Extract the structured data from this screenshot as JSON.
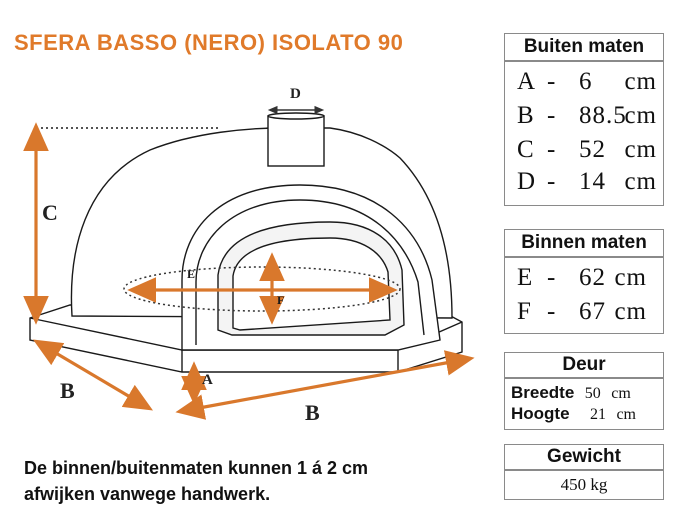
{
  "title": "SFERA BASSO (NERO) ISOLATO 90",
  "labels": {
    "a": "A",
    "b_left": "B",
    "b_bottom": "B",
    "c": "C",
    "d": "D",
    "e": "E",
    "f": "F"
  },
  "buiten": {
    "header": "Buiten maten",
    "rows": [
      {
        "key": "A",
        "dash": "-",
        "value": "6",
        "unit": "cm"
      },
      {
        "key": "B",
        "dash": "-",
        "value": "88.5",
        "unit": "cm"
      },
      {
        "key": "C",
        "dash": "-",
        "value": "52",
        "unit": "cm"
      },
      {
        "key": "D",
        "dash": "-",
        "value": "14",
        "unit": "cm"
      }
    ]
  },
  "binnen": {
    "header": "Binnen maten",
    "rows": [
      {
        "key": "E",
        "dash": "-",
        "value": "62",
        "unit": "cm"
      },
      {
        "key": "F",
        "dash": "-",
        "value": "67",
        "unit": "cm"
      }
    ]
  },
  "deur": {
    "header": "Deur",
    "rows": [
      {
        "label": "Breedte",
        "value": "50",
        "unit": "cm"
      },
      {
        "label": "Hoogte",
        "value": "21",
        "unit": "cm"
      }
    ]
  },
  "gewicht": {
    "header": "Gewicht",
    "value": "450 kg"
  },
  "note": {
    "line1": "De binnen/buitenmaten kunnen 1 á 2 cm",
    "line2": "afwijken vanwege handwerk."
  },
  "colors": {
    "title": "#e07a2a",
    "arrow": "#d9782c",
    "outline": "#1a1a1a"
  }
}
